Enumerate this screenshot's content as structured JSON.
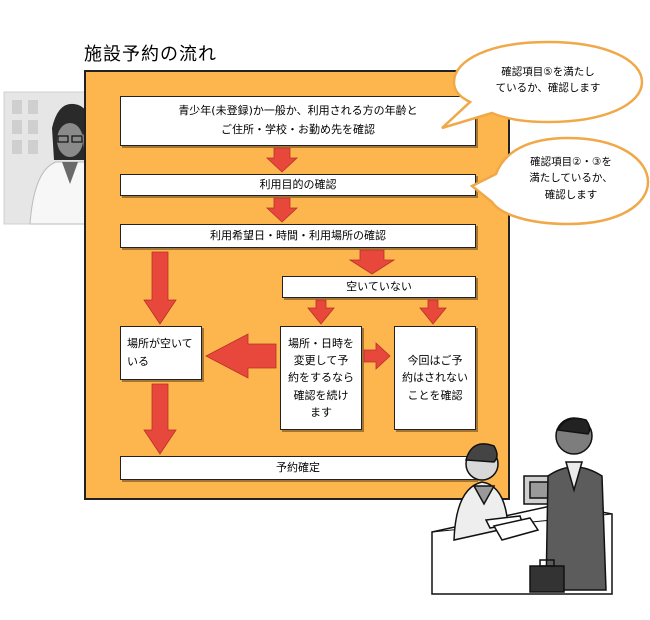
{
  "title": "施設予約の流れ",
  "steps": {
    "check_user": "青少年(未登録)か一般か、利用される方の年齢と\nご住所・学校・お勤め先を確認",
    "check_purpose": "利用目的の確認",
    "check_datetime": "利用希望日・時間・利用場所の確認",
    "not_available": "空いていない",
    "available": "場所が空いて\nいる",
    "change_request": "場所・日時を\n変更して予\n約をするなら\n確認を続け\nます",
    "decline": "今回はご予\n約はされない\nことを確認",
    "confirmed": "予約確定"
  },
  "bubbles": {
    "top": "確認項目⑤を満たし\nているか、確認します",
    "middle": "確認項目②・③を\n満たしているか、\n確認します"
  },
  "colors": {
    "panel": "#FDB64E",
    "arrow": "#E8473B",
    "bubble_border": "#F0A848"
  }
}
